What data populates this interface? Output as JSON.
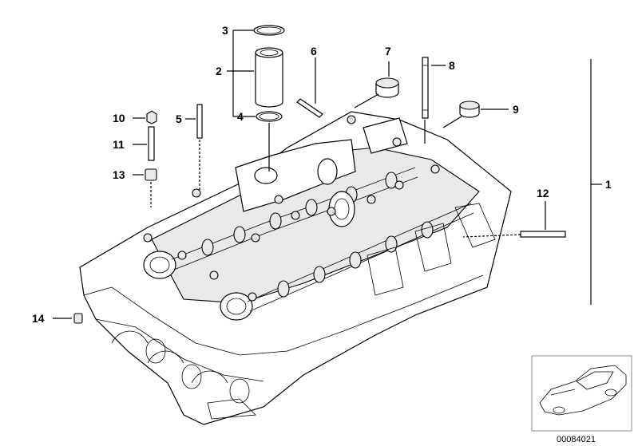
{
  "diagram": {
    "callouts": [
      {
        "id": "c1",
        "label": "1"
      },
      {
        "id": "c2",
        "label": "2"
      },
      {
        "id": "c3",
        "label": "3"
      },
      {
        "id": "c4",
        "label": "4"
      },
      {
        "id": "c5",
        "label": "5"
      },
      {
        "id": "c6",
        "label": "6"
      },
      {
        "id": "c7",
        "label": "7"
      },
      {
        "id": "c8",
        "label": "8"
      },
      {
        "id": "c9",
        "label": "9"
      },
      {
        "id": "c10",
        "label": "10"
      },
      {
        "id": "c11",
        "label": "11"
      },
      {
        "id": "c12",
        "label": "12"
      },
      {
        "id": "c13",
        "label": "13"
      },
      {
        "id": "c14",
        "label": "14"
      }
    ],
    "document_id": "00084021"
  }
}
